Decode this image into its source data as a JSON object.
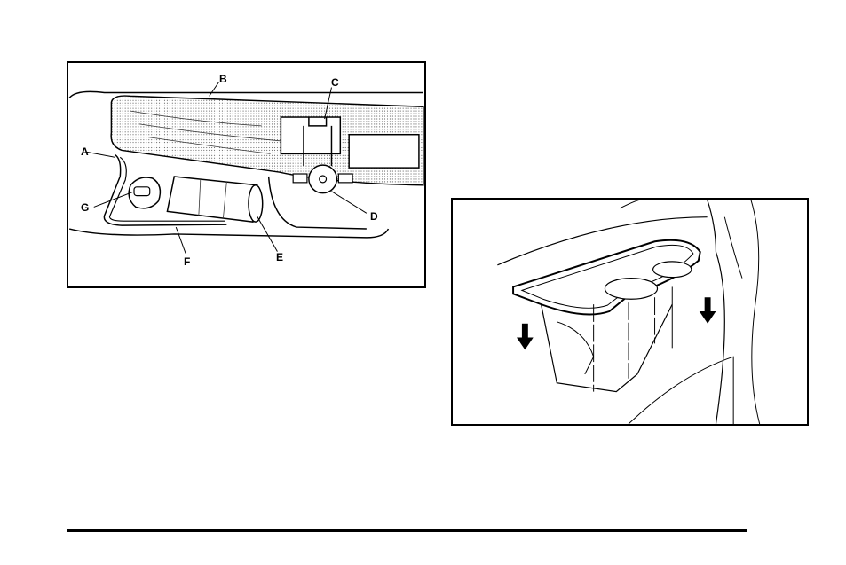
{
  "figures": {
    "wiper_assembly": {
      "callouts": {
        "a": "A",
        "b": "B",
        "c": "C",
        "d": "D",
        "e": "E",
        "f": "F",
        "g": "G"
      }
    },
    "cupholder_insert": {}
  },
  "icons": [
    "arrow-down-icon"
  ],
  "colors": {
    "line": "#000000",
    "background": "#ffffff",
    "rule": "#000000"
  }
}
